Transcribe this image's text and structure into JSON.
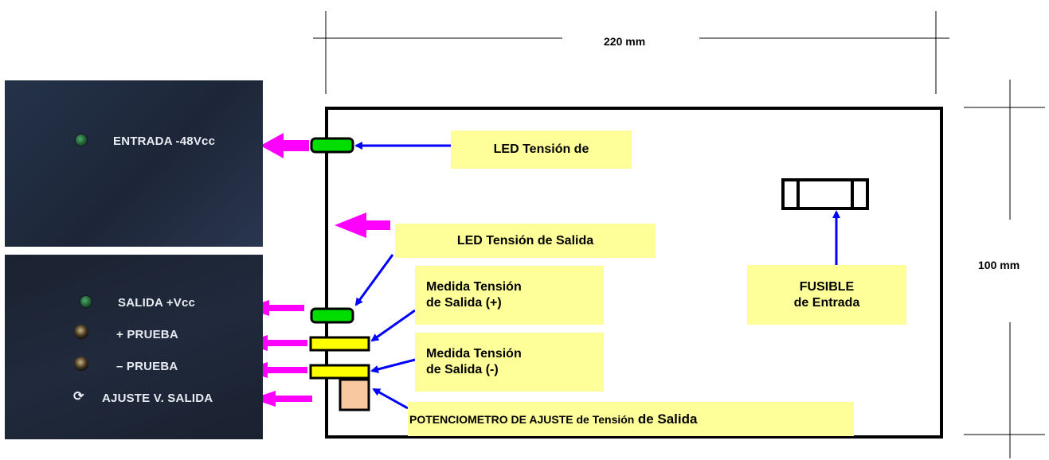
{
  "dimensions": {
    "width": "220 mm",
    "height": "100 mm"
  },
  "photo_top": {
    "text": "ENTRADA -48Vcc"
  },
  "photo_bottom": {
    "items": [
      "SALIDA +Vcc",
      "+ PRUEBA",
      "– PRUEBA",
      "AJUSTE V. SALIDA"
    ]
  },
  "labels": {
    "led_input": "LED Tensión de",
    "led_output": "LED Tensión de Salida",
    "measure_pos": "Medida Tensión\nde Salida (+)",
    "measure_neg": "Medida Tensión\nde Salida (-)",
    "fuse": "FUSIBLE\nde Entrada",
    "pot_prefix": "POTENCIOMETRO DE AJUSTE de Tensión",
    "pot_suffix": "de Salida"
  },
  "colors": {
    "led": "#00dd00",
    "test_point": "#ffff00",
    "potentiometer": "#f8c8a0",
    "label_bg": "#ffff99",
    "callout_arrow": "#0000ff",
    "panel_arrow": "#ff00ff"
  }
}
